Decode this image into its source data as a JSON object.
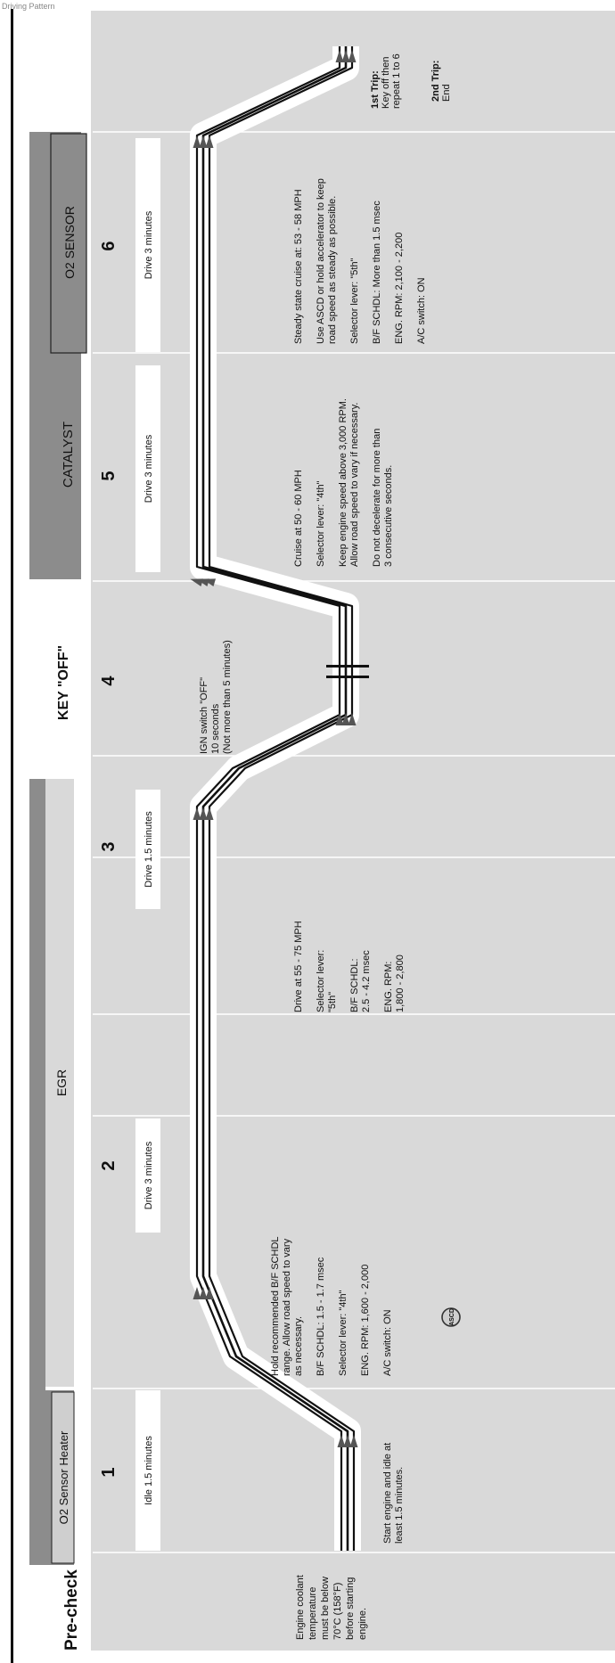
{
  "header_text": "Driving Pattern",
  "precheck": {
    "title": "Pre-check",
    "note": [
      "Engine coolant",
      "temperature",
      "must be below",
      "70°C (158°F)",
      "before starting",
      "engine."
    ]
  },
  "monitors": {
    "o2_heater": "O2 Sensor Heater",
    "egr": "EGR",
    "key_off": "KEY \"OFF\"",
    "catalyst": "CATALYST",
    "o2_sensor": "O2 SENSOR"
  },
  "steps": [
    {
      "number": "1",
      "box": "Idle 1.5 minutes",
      "instructions": [
        [
          "Start engine and idle at",
          "least 1.5 minutes."
        ]
      ]
    },
    {
      "number": "2",
      "box": "Drive 3 minutes",
      "instructions": [
        [
          "Hold recommended B/F SCHDL",
          "range.  Allow road speed to vary",
          "as necessary."
        ],
        [
          "B/F SCHDL:  1.5 - 1.7 msec"
        ],
        [
          "Selector lever:  \"4th\""
        ],
        [
          "ENG. RPM:  1,600 - 2,000"
        ],
        [
          "A/C switch:  ON"
        ]
      ],
      "badge": "ASCD"
    },
    {
      "number": "3",
      "box": "Drive 1.5 minutes",
      "instructions": [
        [
          "Drive at 55 - 75 MPH"
        ],
        [
          "Selector lever:",
          "\"5th\""
        ],
        [
          "B/F SCHDL:",
          "2.5 - 4.2 msec"
        ],
        [
          "ENG. RPM:",
          "1,800 - 2,800"
        ]
      ]
    },
    {
      "number": "4",
      "box": "",
      "instructions": [
        [
          "IGN switch \"OFF\"",
          "10 seconds",
          "(Not more than 5 minutes)"
        ]
      ]
    },
    {
      "number": "5",
      "box": "Drive 3 minutes",
      "instructions": [
        [
          "Cruise at 50 - 60 MPH"
        ],
        [
          "Selector lever:  \"4th\""
        ],
        [
          "Keep engine speed above 3,000 RPM.",
          "Allow road speed to vary if necessary."
        ],
        [
          "Do not decelerate for more than",
          "3 consecutive seconds."
        ]
      ]
    },
    {
      "number": "6",
      "box": "Drive 3 minutes",
      "instructions": [
        [
          "Steady state cruise at:  53 - 58 MPH"
        ],
        [
          "Use ASCD or hold accelerator to keep",
          "road speed as steady as possible."
        ],
        [
          "Selector lever:  \"5th\""
        ],
        [
          "B/F SCHDL:  More than 1.5 msec"
        ],
        [
          "ENG. RPM:  2,100 - 2,200"
        ],
        [
          "A/C switch:  ON"
        ]
      ]
    }
  ],
  "trip_notes": {
    "first_title": "1st Trip:",
    "first_body": [
      "Key off then",
      "repeat 1 to 6"
    ],
    "second_title": "2nd Trip:",
    "second_body": [
      "End"
    ]
  },
  "colors": {
    "panel": "#d8d8d8",
    "dark_bar": "#8c8c8c",
    "line": "#111111",
    "arrow": "#555555"
  }
}
